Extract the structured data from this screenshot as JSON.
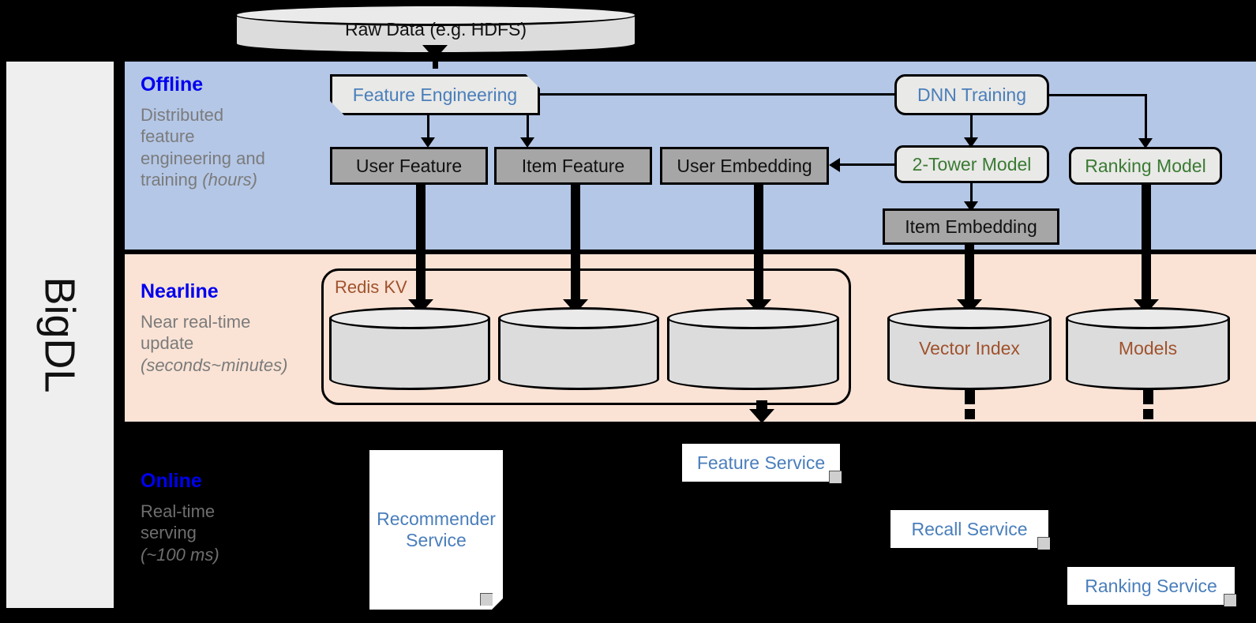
{
  "framework": {
    "name": "BigDL"
  },
  "source": {
    "label": "Raw Data (e.g. HDFS)"
  },
  "stages": [
    {
      "key": "offline",
      "title": "Offline",
      "desc": "Distributed feature engineering and ",
      "desc_em": "(hours)"
    },
    {
      "key": "nearline",
      "title": "Nearline",
      "desc": "Near real-time update ",
      "desc_em": "(seconds~minutes)"
    },
    {
      "key": "online",
      "title": "Online",
      "desc": "Real-time serving ",
      "desc_em": "(~100 ms)"
    }
  ],
  "offline": {
    "title": "Offline",
    "desc_line1": "Distributed",
    "desc_line2": "feature",
    "desc_line3": "engineering and",
    "desc_line4": "training ",
    "desc_em": "(hours)",
    "feature_engineering": "Feature Engineering",
    "dnn_training": "DNN Training",
    "user_feature": "User Feature",
    "item_feature": "Item Feature",
    "user_embedding": "User Embedding",
    "two_tower_model": "2-Tower Model",
    "ranking_model": "Ranking Model",
    "item_embedding": "Item Embedding"
  },
  "nearline": {
    "title": "Nearline",
    "desc_line1": "Near real-time",
    "desc_line2": "update",
    "desc_em": "(seconds~minutes)",
    "redis_label": "Redis KV",
    "store_user_feature": "",
    "store_item_feature": "",
    "store_user_embedding": "",
    "vector_index": "Vector Index",
    "models": "Models"
  },
  "online": {
    "title": "Online",
    "desc_line1": "Real-time",
    "desc_line2": "serving",
    "desc_em": "(~100 ms)",
    "recommender_service": "Recommender Service",
    "feature_service": "Feature Service",
    "recall_service": "Recall Service",
    "ranking_service": "Ranking Service"
  },
  "colors": {
    "offline_band": "#b4c7e7",
    "nearline_band": "#fae3d5",
    "online_band": "#000000",
    "stage_title": "#0000ee",
    "stage_desc": "#7b7b7b",
    "process_text_green": "#3a7a33",
    "process_text_blue": "#4a7ebb",
    "data_box": "#a6a6a6",
    "cylinder_label": "#a0522d",
    "rail_bg": "#efefef"
  }
}
